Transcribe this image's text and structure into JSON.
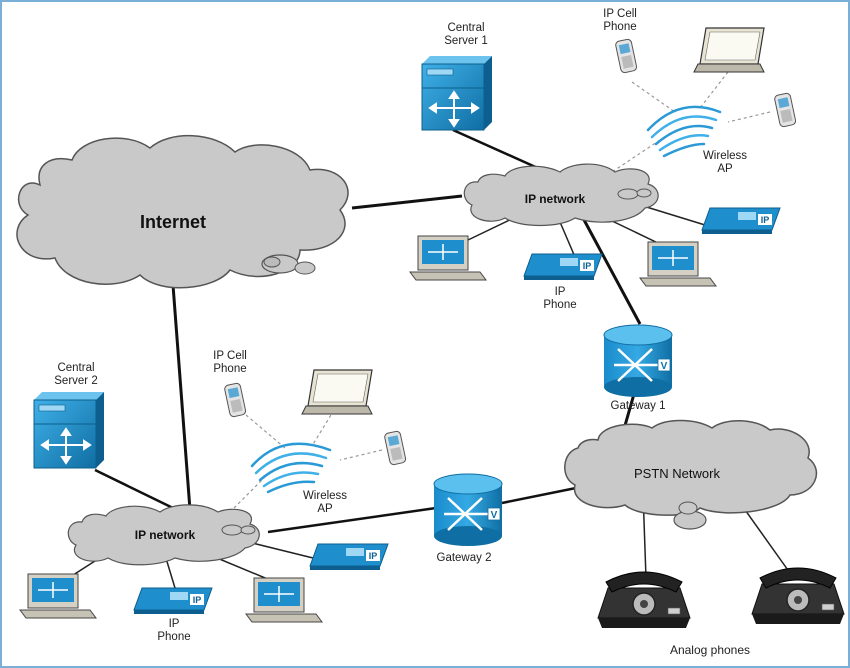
{
  "labels": {
    "internet": "Internet",
    "ip_network_top": "IP network",
    "ip_network_bottom": "IP network",
    "pstn_network": "PSTN Network",
    "central_server_1": [
      "Central",
      "Server 1"
    ],
    "central_server_2": [
      "Central",
      "Server 2"
    ],
    "ip_cell_phone_top": [
      "IP Cell",
      "Phone"
    ],
    "ip_cell_phone_bottom": [
      "IP Cell",
      "Phone"
    ],
    "wireless_ap_top": [
      "Wireless",
      "AP"
    ],
    "wireless_ap_bottom": [
      "Wireless",
      "AP"
    ],
    "ip_phone_top": [
      "IP",
      "Phone"
    ],
    "ip_phone_bottom": [
      "IP",
      "Phone"
    ],
    "gateway_1": "Gateway 1",
    "gateway_2": "Gateway 2",
    "analog_phones": "Analog phones",
    "ip_badge": "IP",
    "gateway_badge": "V"
  },
  "colors": {
    "cloud_fill": "#c9c9c9",
    "cloud_stroke": "#555555",
    "device_blue": "#1e8fcc",
    "device_blue_dark": "#0f6ea3",
    "monitor_beige": "#d4d1c4",
    "link_line": "#111111",
    "wireless_dashed": "#888888",
    "frame_border": "#7ab0d8"
  }
}
